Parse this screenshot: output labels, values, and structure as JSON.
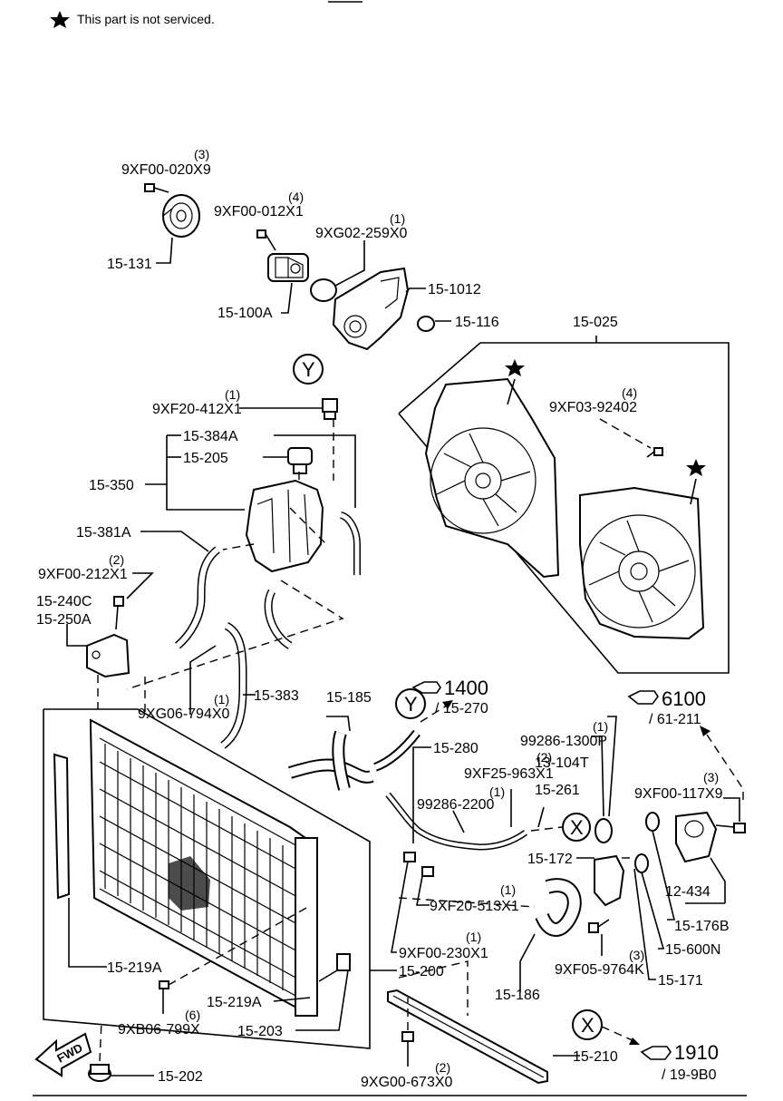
{
  "legend": {
    "note": "This part is not serviced."
  },
  "labels": {
    "p15_131": "15-131",
    "p9xf00_020x9": "9XF00-020X9",
    "q3a": "(3)",
    "p9xf00_012x1": "9XF00-012X1",
    "q4a": "(4)",
    "p9xg02_259x0": "9XG02-259X0",
    "q1a": "(1)",
    "p15_100a": "15-100A",
    "p15_1012": "15-1012",
    "p15_116": "15-116",
    "y": "Y",
    "p15_025": "15-025",
    "p9xf03_92402": "9XF03-92402",
    "q4b": "(4)",
    "p9xf20_412x1": "9XF20-412X1",
    "q1b": "(1)",
    "p15_384a": "15-384A",
    "p15_205": "15-205",
    "p15_350": "15-350",
    "p15_381a": "15-381A",
    "p9xf00_212x1": "9XF00-212X1",
    "q2a": "(2)",
    "p15_240c": "15-240C",
    "p15_250a": "15-250A",
    "p9xg06_794x0": "9XG06-794X0",
    "q1c": "(1)",
    "p15_383": "15-383",
    "p15_185": "15-185",
    "ref1400": "1400",
    "ref1400_sub": "/ 15-270",
    "p99286_1300p": "99286-1300P",
    "q1d": "(1)",
    "p13_104t": "13-104T",
    "ref6100": "6100",
    "ref6100_sub": "/ 61-211",
    "p15_280": "15-280",
    "p9xf25_963x1": "9XF25-963X1",
    "q2b": "(2)",
    "p99286_2200": "99286-2200",
    "q1e": "(1)",
    "p15_261": "15-261",
    "p9xf00_117x9": "9XF00-117X9",
    "q3b": "(3)",
    "x": "X",
    "p15_172": "15-172",
    "p9xf20_513x1": "9XF20-513X1",
    "q1f": "(1)",
    "p12_434": "12-434",
    "p15_176b": "15-176B",
    "p9xf00_230x1": "9XF00-230X1",
    "q1g": "(1)",
    "p15_600n": "15-600N",
    "p15_219a_a": "15-219A",
    "p15_200": "15-200",
    "p9xf05_9764k": "9XF05-9764K",
    "q3c": "(3)",
    "p15_171": "15-171",
    "p15_186": "15-186",
    "p15_219a_b": "15-219A",
    "p9xb06_799x": "9XB06-799X",
    "q6": "(6)",
    "p15_203": "15-203",
    "fwd": "FWD",
    "p15_202": "15-202",
    "p9xg00_673x0": "9XG00-673X0",
    "q2c": "(2)",
    "p15_210": "15-210",
    "ref1910": "1910",
    "ref1910_sub": "/ 19-9B0"
  }
}
